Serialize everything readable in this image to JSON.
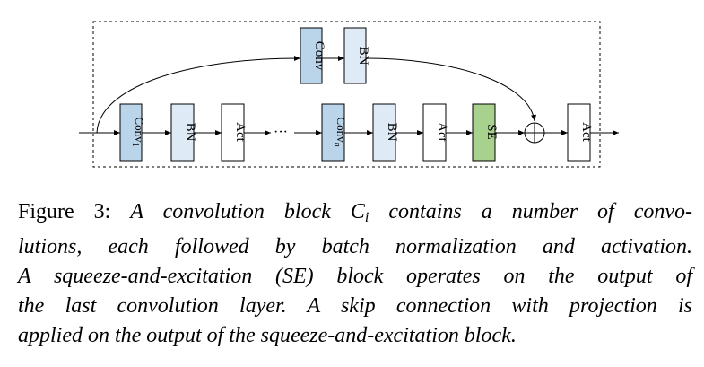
{
  "diagram": {
    "colors": {
      "conv_fill": "#bad4ea",
      "bn_fill": "#deebf7",
      "act_fill": "#ffffff",
      "se_fill": "#a9d18e",
      "stroke": "#000000"
    },
    "projection": {
      "conv_label": "Conv",
      "bn_label": "BN"
    },
    "main_path": {
      "conv1_label": "Conv",
      "conv1_subscript": "1",
      "bn1_label": "BN",
      "act1_label": "Act",
      "ellipsis": "···",
      "convn_label": "Conv",
      "convn_subscript": "n",
      "bnn_label": "BN",
      "actn_label": "Act",
      "se_label": "SE",
      "final_act_label": "Act"
    }
  },
  "caption": {
    "label": "Figure 3:",
    "italic_prefix": "A convolution block",
    "math_var": "C",
    "math_sub": "i",
    "line1_rest": "contains a number of convo-",
    "line2": "lutions, each followed by batch normalization and activation.",
    "line3": "A squeeze-and-excitation (SE) block operates on the output of",
    "line4": "the last convolution layer. A skip connection with projection is",
    "line5": "applied on the output of the squeeze-and-excitation block."
  }
}
